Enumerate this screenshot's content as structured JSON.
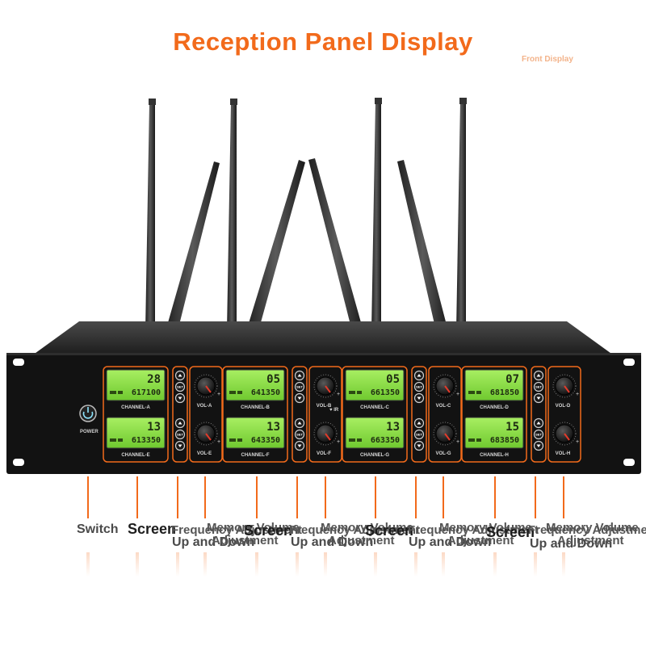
{
  "header": {
    "title": "Reception Panel Display",
    "subtitle": "Front Display"
  },
  "panel": {
    "power_label": "POWER",
    "top_row": [
      {
        "channel": "CHANNEL-A",
        "ch_no": "28",
        "freq": "617100"
      },
      {
        "channel": "CHANNEL-B",
        "ch_no": "05",
        "freq": "641350"
      },
      {
        "channel": "CHANNEL-C",
        "ch_no": "05",
        "freq": "661350"
      },
      {
        "channel": "CHANNEL-D",
        "ch_no": "07",
        "freq": "681850"
      }
    ],
    "bottom_row": [
      {
        "channel": "CHANNEL-E",
        "ch_no": "13",
        "freq": "613350"
      },
      {
        "channel": "CHANNEL-F",
        "ch_no": "13",
        "freq": "643350"
      },
      {
        "channel": "CHANNEL-G",
        "ch_no": "13",
        "freq": "663350"
      },
      {
        "channel": "CHANNEL-H",
        "ch_no": "15",
        "freq": "683850"
      }
    ],
    "knobs_top": [
      "VOL-A",
      "VOL-B",
      "VOL-C",
      "VOL-D"
    ],
    "knobs_bottom": [
      "VOL-E",
      "VOL-F",
      "VOL-G",
      "VOL-H"
    ],
    "ir_label": "IR",
    "set_label": "SET"
  },
  "callouts": {
    "switch": "Switch",
    "screen": "Screen",
    "freq_line1": "Frequency Adjustment",
    "freq_line2": "Up and Down",
    "mem_line1": "Memory Volume",
    "mem_line2": "Adjustment"
  },
  "colors": {
    "accent": "#f26a1b",
    "lcd": "#8fdd4a",
    "panel": "#111111"
  }
}
